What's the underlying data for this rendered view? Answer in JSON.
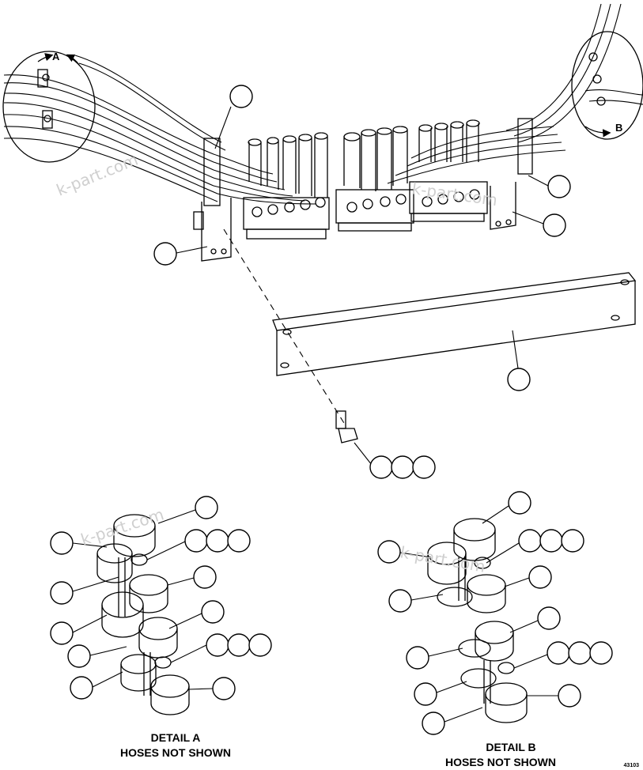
{
  "diagram": {
    "detail_a": {
      "flag": "A",
      "caption_line1": "DETAIL A",
      "caption_line2": "HOSES NOT SHOWN"
    },
    "detail_b": {
      "flag": "B",
      "caption_line1": "DETAIL B",
      "caption_line2": "HOSES NOT SHOWN"
    },
    "figure_number": "43103",
    "watermark": "k-part.com"
  }
}
